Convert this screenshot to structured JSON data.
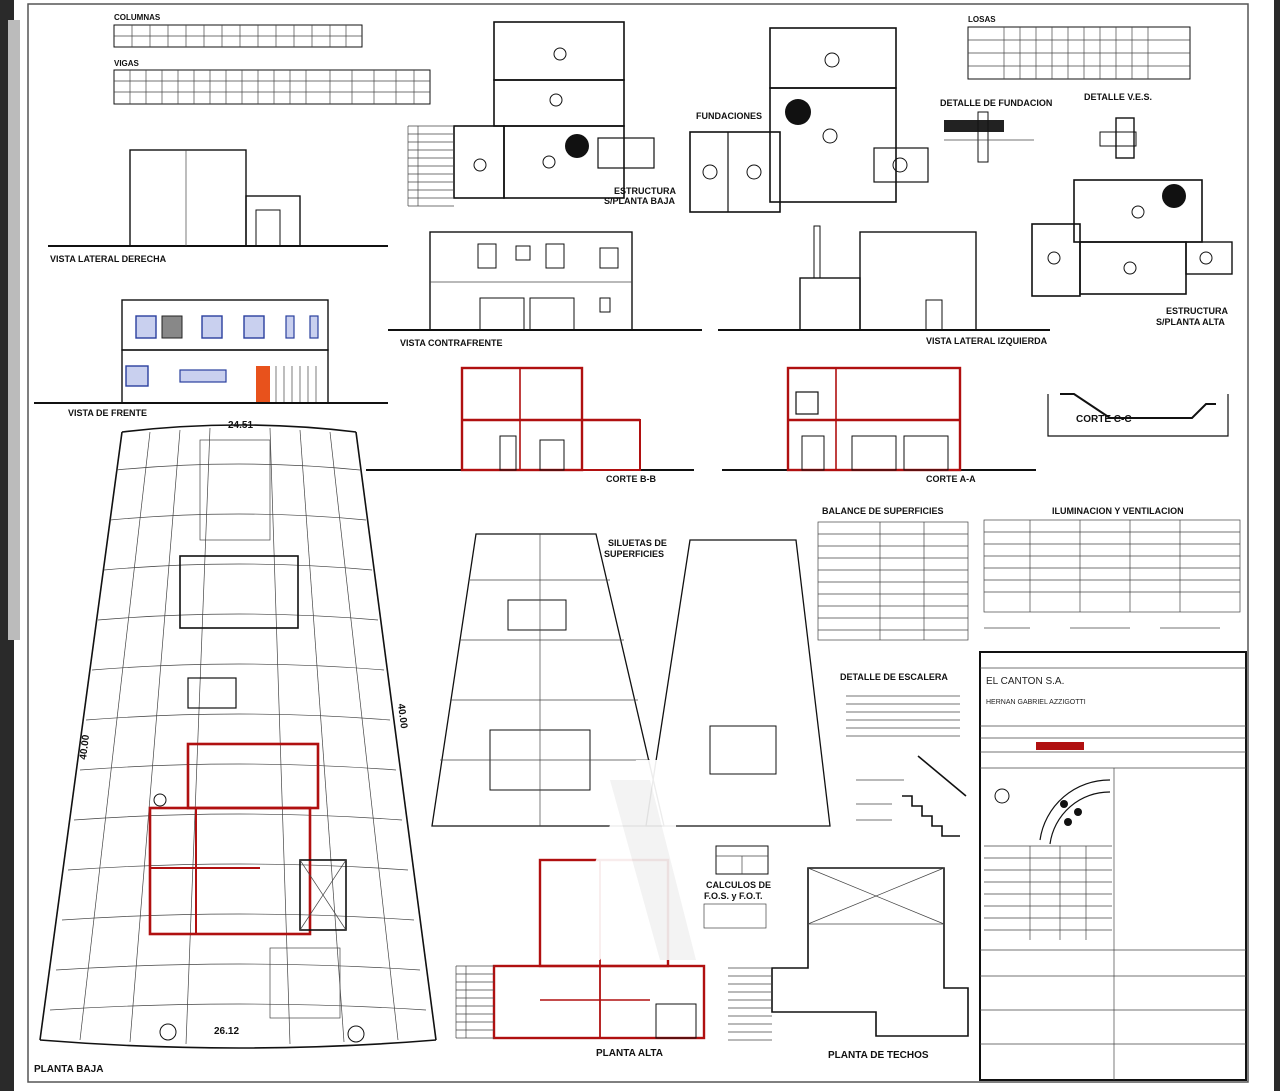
{
  "tables": {
    "columnas": "COLUMNAS",
    "vigas": "VIGAS",
    "losas": "LOSAS"
  },
  "labels": {
    "fundaciones": "FUNDACIONES",
    "detalle_fundacion": "DETALLE DE FUNDACION",
    "detalle_ves": "DETALLE V.E.S.",
    "estructura_baja_1": "ESTRUCTURA",
    "estructura_baja_2": "S/PLANTA BAJA",
    "estructura_alta_1": "ESTRUCTURA",
    "estructura_alta_2": "S/PLANTA ALTA",
    "vista_lateral_derecha": "VISTA LATERAL DERECHA",
    "vista_contrafrente": "VISTA CONTRAFRENTE",
    "vista_lateral_izquierda": "VISTA LATERAL IZQUIERDA",
    "vista_de_frente": "VISTA DE FRENTE",
    "corte_b": "CORTE B-B",
    "corte_a": "CORTE A-A",
    "corte_c": "CORTE C-C",
    "balance": "BALANCE DE SUPERFICIES",
    "iluminacion": "ILUMINACION Y VENTILACION",
    "siluetas_1": "SILUETAS DE",
    "siluetas_2": "SUPERFICIES",
    "detalle_escalera": "DETALLE DE ESCALERA",
    "calculos_1": "CALCULOS DE",
    "calculos_2": "F.O.S. y F.O.T.",
    "planta_baja": "PLANTA BAJA",
    "planta_alta": "PLANTA ALTA",
    "planta_techos": "PLANTA DE TECHOS"
  },
  "dimensions": {
    "top": "24.51",
    "bottom": "26.12",
    "left": "40.00",
    "right": "40.00"
  },
  "title_block": {
    "company": "EL CANTON S.A.",
    "owner": "HERNAN GABRIEL AZZIGOTTI"
  },
  "colors": {
    "ink": "#111111",
    "wall_red": "#b01010",
    "door_orange": "#e8521c",
    "window_blue": "#2a3f9e",
    "paper": "#ffffff"
  }
}
